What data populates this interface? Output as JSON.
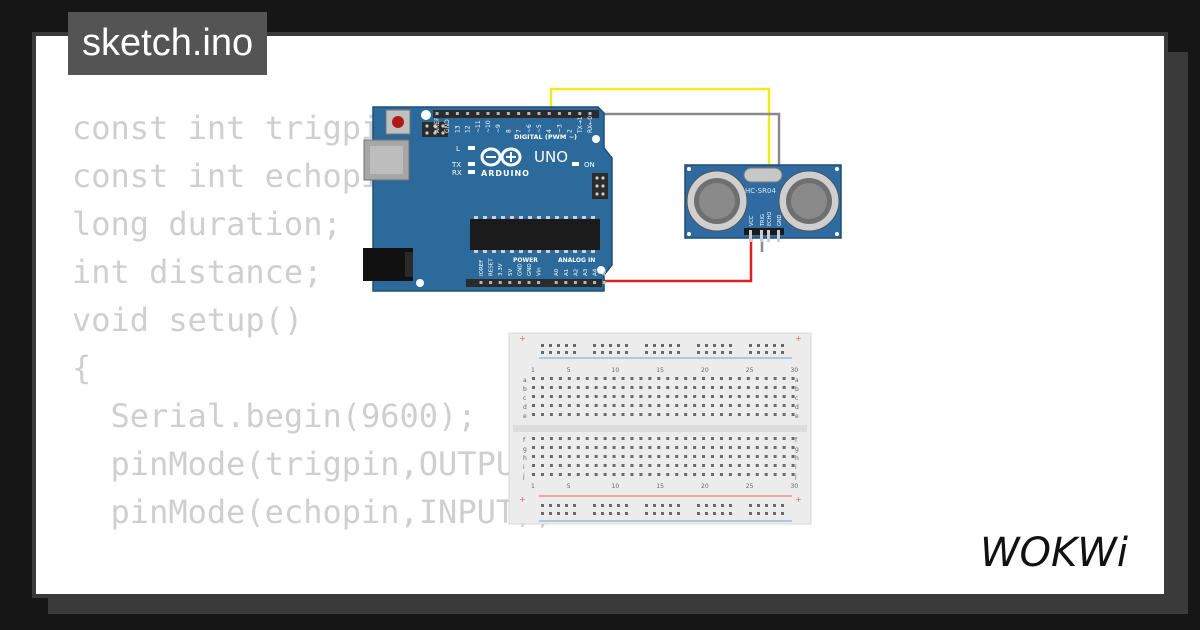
{
  "title": "sketch.ino",
  "brand": "WOKWi",
  "code_lines": [
    "const int trigpin",
    "const int echopin",
    "",
    "long duration;",
    "int distance;",
    "",
    "void setup()",
    "{",
    "  Serial.begin(9600);",
    "  pinMode(trigpin,OUTPUT);",
    "  pinMode(echopin,INPUT);"
  ],
  "arduino": {
    "logo": "UNO",
    "brand": "ARDUINO",
    "digital_label": "DIGITAL (PWM ~)",
    "analog_label": "ANALOG IN",
    "power_label": "POWER",
    "on_label": "ON",
    "l_label": "L",
    "tx_label": "TX",
    "rx_label": "RX",
    "digital_pins": [
      "AREF",
      "GND",
      "13",
      "12",
      "~11",
      "~10",
      "~9",
      "8",
      "7",
      "~6",
      "~5",
      "4",
      "~3",
      "2",
      "TX→1",
      "RX←0"
    ],
    "power_pins": [
      "IOREF",
      "RESET",
      "3.3V",
      "5V",
      "GND",
      "GND",
      "Vin"
    ],
    "analog_pins": [
      "A0",
      "A1",
      "A2",
      "A3",
      "A4",
      "A5"
    ]
  },
  "sensor": {
    "label": "HC-SR04",
    "pins": [
      "VCC",
      "TRIG",
      "ECHO",
      "GND"
    ]
  },
  "breadboard": {
    "column_numbers": [
      "1",
      "5",
      "10",
      "15",
      "20",
      "25",
      "30"
    ],
    "rows_top": [
      "a",
      "b",
      "c",
      "d",
      "e"
    ],
    "rows_bottom": [
      "f",
      "g",
      "h",
      "i",
      "j"
    ]
  },
  "colors": {
    "board": "#2b6a9a",
    "wire_yellow": "#f2ea1f",
    "wire_gray": "#8a8a8a",
    "wire_red": "#e02020",
    "sensor": "#2f6aa0",
    "code_text": "#cfcfcf",
    "title_bg": "#545454"
  },
  "icons": [
    "reset-button-icon",
    "arduino-infinity-logo-icon",
    "usb-port-icon",
    "power-jack-icon"
  ]
}
